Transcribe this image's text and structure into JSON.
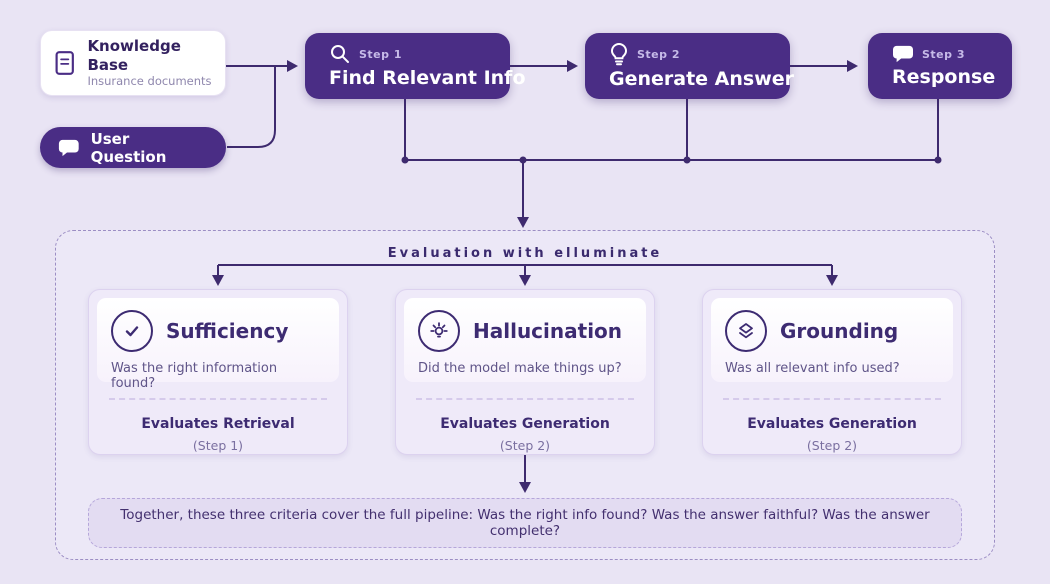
{
  "colors": {
    "page_background": "#E9E4F4",
    "primary_purple": "#4A2D85",
    "connector_purple": "#3E2A6E",
    "heading_purple": "#3D2B72",
    "muted_purple": "#7A6FA0"
  },
  "pipeline": {
    "knowledge_base": {
      "title": "Knowledge Base",
      "subtitle": "Insurance documents",
      "icon": "document-icon"
    },
    "user_question": {
      "label": "User Question",
      "icon": "speech-bubble-icon"
    },
    "steps": [
      {
        "step_label": "Step 1",
        "title": "Find Relevant Info",
        "icon": "magnifier-icon"
      },
      {
        "step_label": "Step 2",
        "title": "Generate Answer",
        "icon": "lightbulb-icon"
      },
      {
        "step_label": "Step 3",
        "title": "Response",
        "icon": "speech-bubble-icon"
      }
    ]
  },
  "evaluation": {
    "title": "Evaluation with elluminate",
    "cards": [
      {
        "title": "Sufficiency",
        "icon": "check-circle-icon",
        "question": "Was the right information found?",
        "evaluates": "Evaluates Retrieval",
        "step_ref": "(Step 1)"
      },
      {
        "title": "Hallucination",
        "icon": "idea-burst-circle-icon",
        "question": "Did the model make things up?",
        "evaluates": "Evaluates Generation",
        "step_ref": "(Step 2)"
      },
      {
        "title": "Grounding",
        "icon": "layers-circle-icon",
        "question": "Was all relevant info used?",
        "evaluates": "Evaluates Generation",
        "step_ref": "(Step 2)"
      }
    ],
    "summary": "Together, these three criteria cover the full pipeline: Was the right info found? Was the answer faithful? Was the answer complete?"
  }
}
